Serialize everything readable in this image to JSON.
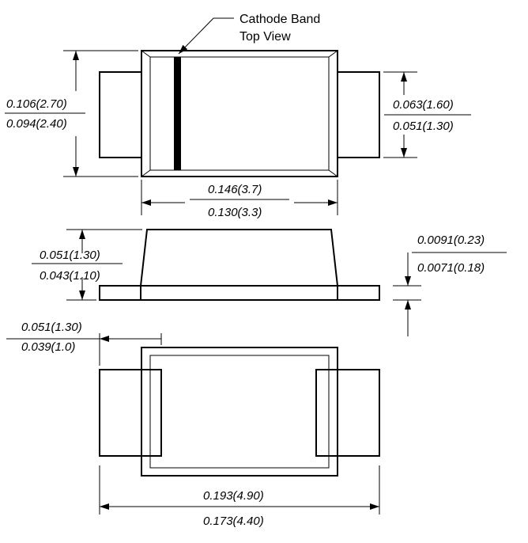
{
  "annotations": {
    "cathode_band": "Cathode Band",
    "top_view": "Top View"
  },
  "dimensions": {
    "body_height_max": "0.106(2.70)",
    "body_height_min": "0.094(2.40)",
    "lead_width_max": "0.063(1.60)",
    "lead_width_min": "0.051(1.30)",
    "body_length_max": "0.146(3.7)",
    "body_length_min": "0.130(3.3)",
    "body_thickness_max": "0.051(1.30)",
    "body_thickness_min": "0.043(1.10)",
    "lead_thickness_max": "0.0091(0.23)",
    "lead_thickness_min": "0.0071(0.18)",
    "pad_length_max": "0.051(1.30)",
    "pad_length_min": "0.039(1.0)",
    "overall_length_max": "0.193(4.90)",
    "overall_length_min": "0.173(4.40)"
  }
}
